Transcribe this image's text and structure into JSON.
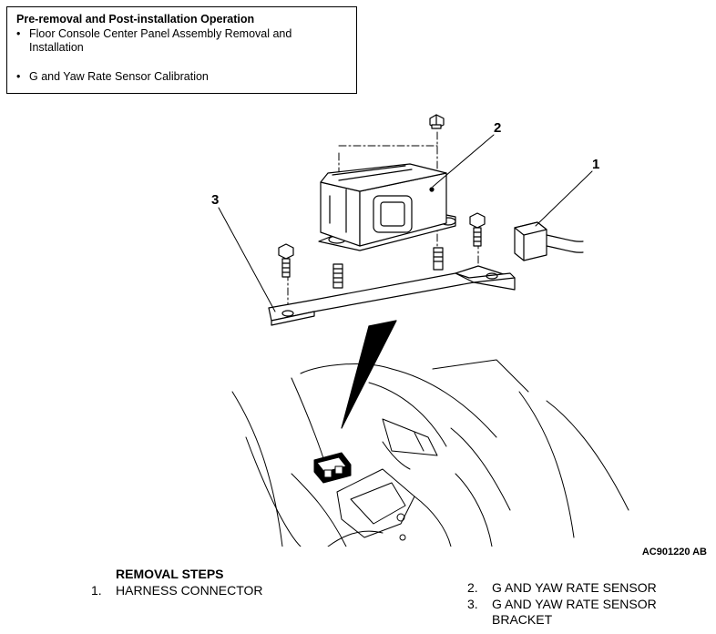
{
  "note": {
    "title": "Pre-removal and Post-installation Operation",
    "items": [
      {
        "bullet": "•",
        "lines": [
          "Floor Console Center Panel Assembly Removal and",
          "Installation"
        ]
      },
      {
        "bullet": "•",
        "lines": [
          "G and Yaw Rate Sensor Calibration"
        ]
      }
    ]
  },
  "callouts": [
    "1",
    "2",
    "3"
  ],
  "figure_code": "AC901220 AB",
  "removal_steps": {
    "title": "REMOVAL STEPS",
    "steps": [
      {
        "num": "1.",
        "lines": [
          "HARNESS CONNECTOR"
        ]
      },
      {
        "num": "2.",
        "lines": [
          "G AND YAW RATE SENSOR"
        ]
      },
      {
        "num": "3.",
        "lines": [
          "G AND YAW RATE SENSOR",
          "BRACKET"
        ]
      }
    ]
  }
}
